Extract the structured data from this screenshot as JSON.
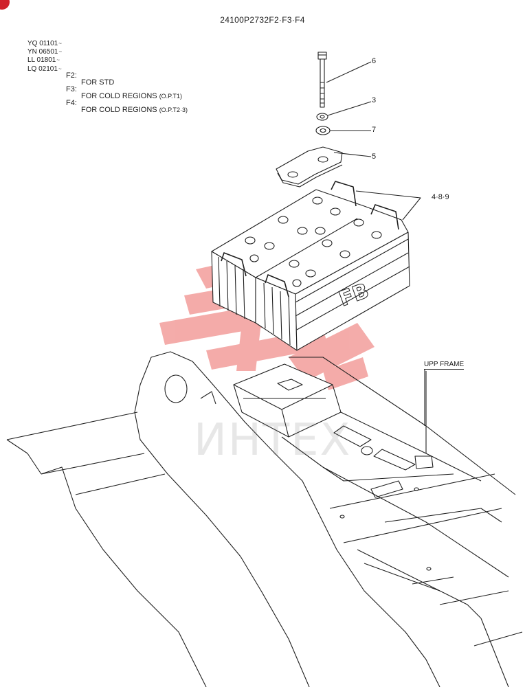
{
  "title": "24100P2732F2·F3·F4",
  "serials": [
    {
      "code": "YQ 01101",
      "suffix": "~"
    },
    {
      "code": "YN 06501",
      "suffix": "~"
    },
    {
      "code": "LL  01801",
      "suffix": "~"
    },
    {
      "code": "LQ 02101",
      "suffix": "~"
    }
  ],
  "variants": [
    {
      "code": "F2:",
      "desc": "FOR STD",
      "paren": ""
    },
    {
      "code": "F3:",
      "desc": "FOR COLD REGIONS",
      "paren": "(O.P.T1)"
    },
    {
      "code": "F4:",
      "desc": "FOR COLD REGIONS",
      "paren": "(O.P.T2·3)"
    }
  ],
  "callouts": {
    "bolt": "6",
    "washer": "3",
    "nut": "7",
    "clamp": "5",
    "battery": "4·8·9"
  },
  "battery_brand": "FB",
  "frame_label": "UPP FRAME",
  "watermark": "ИНТЕХ",
  "colors": {
    "line": "#1f1f1f",
    "watermark": "#e53935",
    "badge": "#d0202a"
  }
}
